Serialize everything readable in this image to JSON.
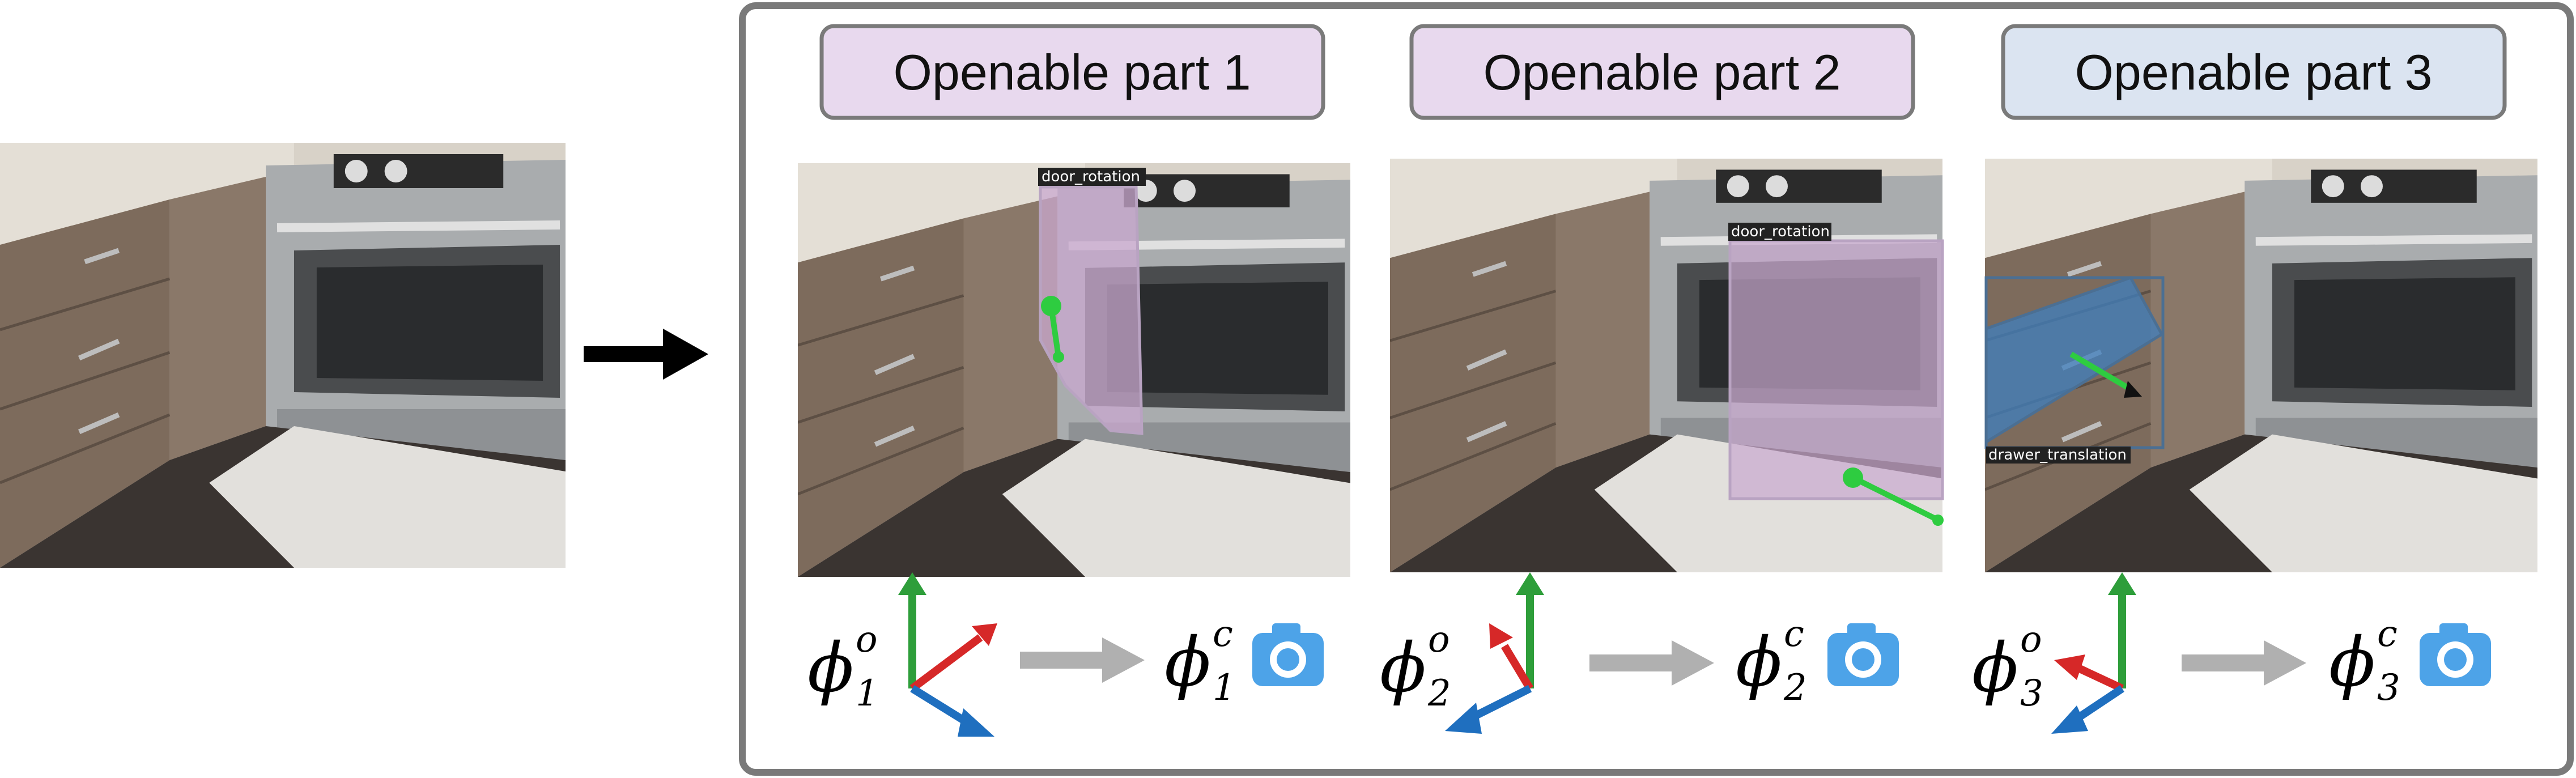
{
  "panels": [
    {
      "title": "Openable part 1",
      "title_bg": "#e8d9ee",
      "detection_label": "door_rotation",
      "symbol": "ϕ",
      "index": "1",
      "obj_sup": "o",
      "cam_sup": "c"
    },
    {
      "title": "Openable part 2",
      "title_bg": "#e8d9ee",
      "detection_label": "door_rotation",
      "symbol": "ϕ",
      "index": "2",
      "obj_sup": "o",
      "cam_sup": "c"
    },
    {
      "title": "Openable part 3",
      "title_bg": "#dbe4f1",
      "detection_label": "drawer_translation",
      "symbol": "ϕ",
      "index": "3",
      "obj_sup": "o",
      "cam_sup": "c"
    }
  ],
  "icons": {
    "input_arrow": "right-arrow-icon",
    "transform_arrow": "gray-right-arrow-icon",
    "camera": "camera-icon",
    "axes": "coordinate-axes-icon"
  },
  "colors": {
    "door_mask": "#c9a8cf",
    "drawer_mask": "#3f7fbf",
    "axis_arrow": "#2ecc40",
    "axis_green": "#2e9e3a",
    "axis_red": "#d62828",
    "axis_blue": "#1f6fbf",
    "camera": "#4da3e8",
    "frame": "#7a7a7a"
  }
}
